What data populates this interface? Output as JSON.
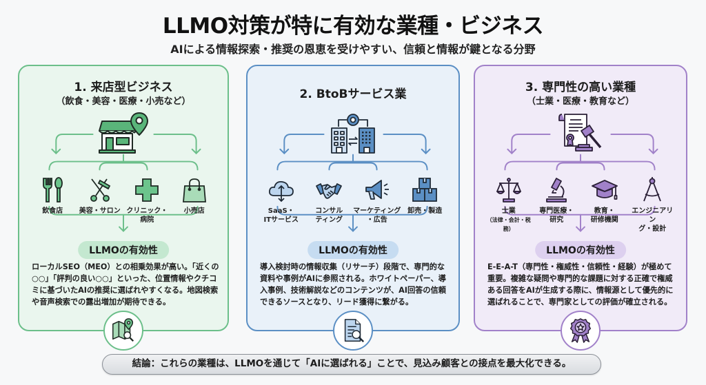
{
  "header": {
    "title": "LLMO対策が特に有効な業種・ビジネス",
    "subtitle": "AIによる情報探索・推奨の恩恵を受けやすい、信頼と情報が鍵となる分野"
  },
  "colors": {
    "green": "#6cbf8a",
    "blue": "#5b8fc4",
    "purple": "#a181c9"
  },
  "cards": [
    {
      "title": "1. 来店型ビジネス",
      "subtitle": "（飲食・美容・医療・小売など）",
      "hero_icon": "storefront-location-icon",
      "items": [
        {
          "icon": "fork-spoon-icon",
          "label": "飲食店"
        },
        {
          "icon": "scissors-comb-icon",
          "label": "美容・サロン"
        },
        {
          "icon": "medical-cross-icon",
          "label": "クリニック・\n病院"
        },
        {
          "icon": "shopping-bag-icon",
          "label": "小売店"
        }
      ],
      "pill": "LLMOの有効性",
      "description": "ローカルSEO（MEO）との相乗効果が高い。「近くの○○」「評判の良い○○」といった、位置情報やクチコミに基づいたAIの推奨に選ばれやすくなる。地図検索や音声検索での露出増加が期待できる。",
      "badge_icon": "map-search-icon"
    },
    {
      "title": "2. BtoBサービス業",
      "subtitle": "",
      "hero_icon": "buildings-gear-icon",
      "items": [
        {
          "icon": "cloud-sync-icon",
          "label": "SaaS・\nITサービス"
        },
        {
          "icon": "handshake-icon",
          "label": "コンサル\nティング"
        },
        {
          "icon": "megaphone-icon",
          "label": "マーケティング\n・広告"
        },
        {
          "icon": "boxes-icon",
          "label": "卸売・製造"
        }
      ],
      "pill": "LLMOの有効性",
      "description": "導入検討時の情報収集（リサーチ）段階で、専門的な資料や事例がAIに参照される。ホワイトペーパー、導入事例、技術解説などのコンテンツが、AI回答の信頼できるソースとなり、リード獲得に繋がる。",
      "badge_icon": "document-search-icon"
    },
    {
      "title": "3. 専門性の高い業種",
      "subtitle": "（士業・医療・教育など）",
      "hero_icon": "certificate-gavel-icon",
      "items": [
        {
          "icon": "scales-icon",
          "label": "士業",
          "sublabel": "（法律・会計・税務）"
        },
        {
          "icon": "microscope-icon",
          "label": "専門医療・\n研究"
        },
        {
          "icon": "graduation-cap-icon",
          "label": "教育・\n研修機関"
        },
        {
          "icon": "compass-drafting-icon",
          "label": "エンジニアリン\nグ・設計"
        }
      ],
      "pill": "LLMOの有効性",
      "description": "E-E-A-T（専門性・権威性・信頼性・経験）が極めて重要。複雑な疑問や専門的な課題に対する正確で権威ある回答をAIが生成する際に、情報源として優先的に選ばれることで、専門家としての評価が確立される。",
      "badge_icon": "award-ribbon-icon"
    }
  ],
  "conclusion": "結論：これらの業種は、LLMOを通じて「AIに選ばれる」ことで、見込み顧客との接点を最大化できる。"
}
